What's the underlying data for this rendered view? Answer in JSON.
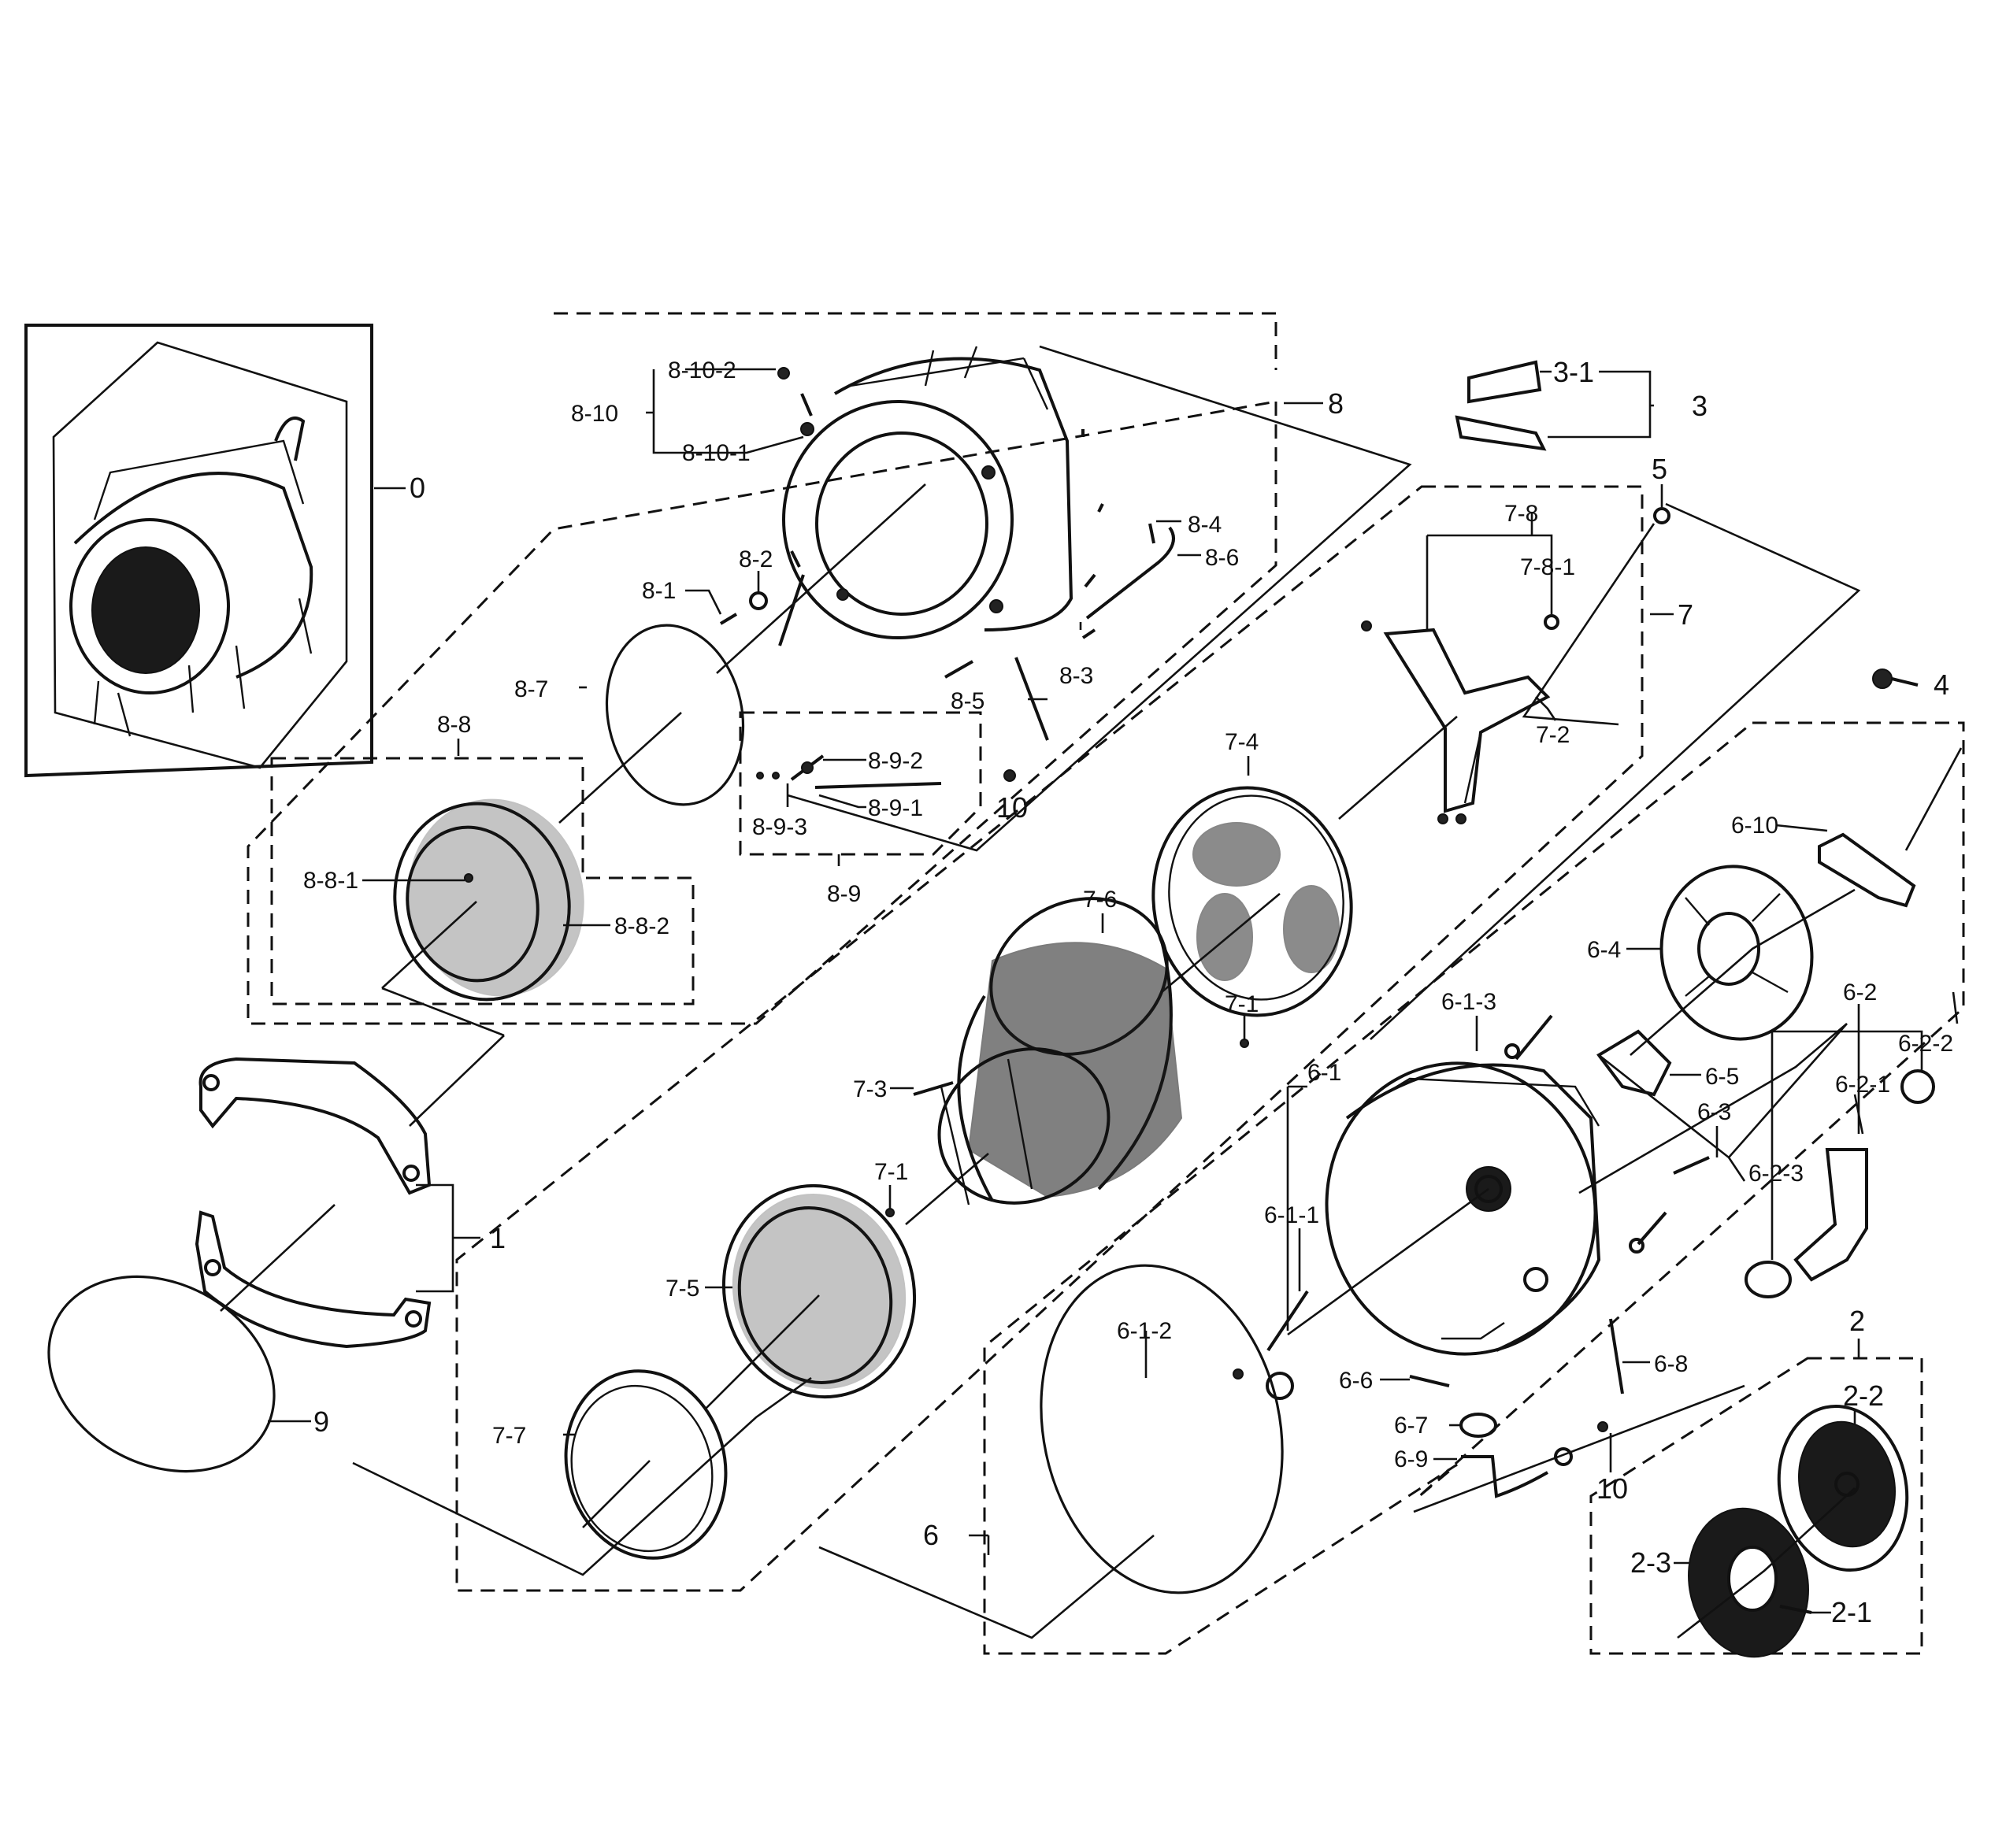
{
  "labels": {
    "l0": "0",
    "l1": "1",
    "l2": "2",
    "l2_1": "2-1",
    "l2_2": "2-2",
    "l2_3": "2-3",
    "l3": "3",
    "l3_1": "3-1",
    "l4": "4",
    "l5": "5",
    "l6": "6",
    "l6_1": "6-1",
    "l6_1_1": "6-1-1",
    "l6_1_2": "6-1-2",
    "l6_1_3": "6-1-3",
    "l6_2": "6-2",
    "l6_2_1": "6-2-1",
    "l6_2_2": "6-2-2",
    "l6_2_3": "6-2-3",
    "l6_3": "6-3",
    "l6_4": "6-4",
    "l6_5": "6-5",
    "l6_6": "6-6",
    "l6_7": "6-7",
    "l6_8": "6-8",
    "l6_9": "6-9",
    "l6_10": "6-10",
    "l7": "7",
    "l7_1a": "7-1",
    "l7_1b": "7-1",
    "l7_2": "7-2",
    "l7_3": "7-3",
    "l7_4": "7-4",
    "l7_5": "7-5",
    "l7_6": "7-6",
    "l7_7": "7-7",
    "l7_8": "7-8",
    "l7_8_1": "7-8-1",
    "l8": "8",
    "l8_1": "8-1",
    "l8_2": "8-2",
    "l8_3": "8-3",
    "l8_4": "8-4",
    "l8_5": "8-5",
    "l8_6": "8-6",
    "l8_7": "8-7",
    "l8_8": "8-8",
    "l8_8_1": "8-8-1",
    "l8_8_2": "8-8-2",
    "l8_9": "8-9",
    "l8_9_1": "8-9-1",
    "l8_9_2": "8-9-2",
    "l8_9_3": "8-9-3",
    "l8_10": "8-10",
    "l8_10_1": "8-10-1",
    "l8_10_2": "8-10-2",
    "l9": "9",
    "l10a": "10",
    "l10b": "10"
  }
}
